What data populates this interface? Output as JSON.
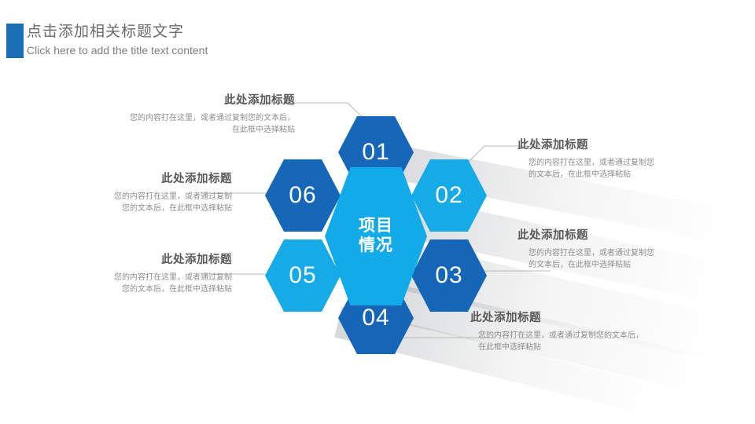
{
  "header": {
    "title": "点击添加相关标题文字",
    "subtitle": "Click here to add the title text content",
    "accent_color": "#1b6fb5"
  },
  "diagram": {
    "type": "hexagon-cluster",
    "center": {
      "label_line1": "项目",
      "label_line2": "情况",
      "color": "#12aae8"
    },
    "nodes": [
      {
        "number": "01",
        "color": "#1667b8",
        "position": "top"
      },
      {
        "number": "02",
        "color": "#16aae6",
        "position": "upper-right"
      },
      {
        "number": "03",
        "color": "#1566b7",
        "position": "lower-right"
      },
      {
        "number": "04",
        "color": "#1566b7",
        "position": "bottom"
      },
      {
        "number": "05",
        "color": "#16aae6",
        "position": "lower-left"
      },
      {
        "number": "06",
        "color": "#1667b8",
        "position": "upper-left"
      }
    ],
    "callouts": [
      {
        "for": "01",
        "title": "此处添加标题",
        "body_line1": "您的内容打在这里，或者通过复制您的文本后，",
        "body_line2": "在此框中选择粘贴",
        "align": "right"
      },
      {
        "for": "02",
        "title": "此处添加标题",
        "body_line1": "您的内容打在这里，或者通过复制您",
        "body_line2": "的文本后，在此框中选择粘贴",
        "align": "left"
      },
      {
        "for": "03",
        "title": "此处添加标题",
        "body_line1": "您的内容打在这里，或者通过复制您",
        "body_line2": "的文本后，在此框中选择粘贴",
        "align": "left"
      },
      {
        "for": "04",
        "title": "此处添加标题",
        "body_line1": "您的内容打在这里，或者通过复制您的文本后，",
        "body_line2": "在此框中选择粘贴",
        "align": "left"
      },
      {
        "for": "05",
        "title": "此处添加标题",
        "body_line1": "您的内容打在这里，或者通过复制",
        "body_line2": "您的文本后，在此框中选择粘贴",
        "align": "right"
      },
      {
        "for": "06",
        "title": "此处添加标题",
        "body_line1": "您的内容打在这里，或者通过复制",
        "body_line2": "您的文本后，在此框中选择粘贴",
        "align": "right"
      }
    ]
  }
}
